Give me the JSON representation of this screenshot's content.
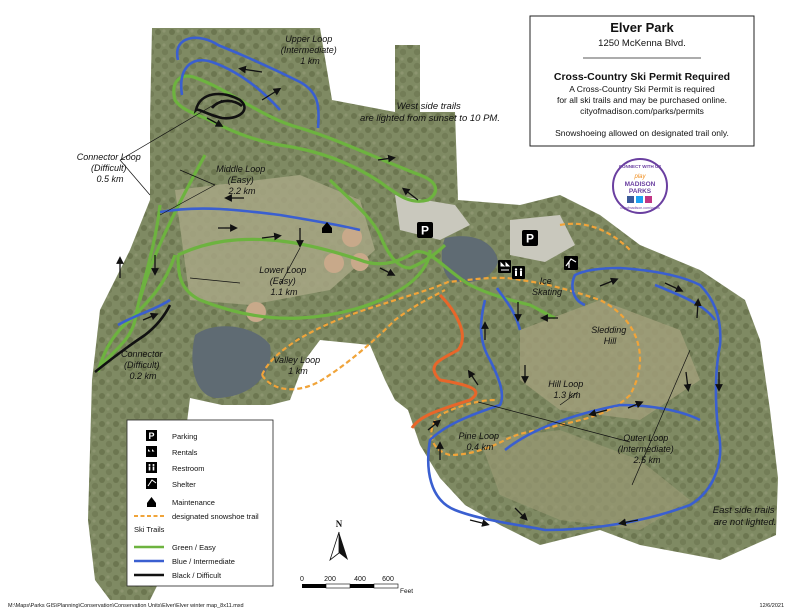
{
  "title_box": {
    "title": "Elver Park",
    "address": "1250 McKenna Blvd.",
    "permit_heading": "Cross-Country Ski Permit Required",
    "permit_line1": "A Cross-Country Ski Permit is required",
    "permit_line2": "for all ski trails and may be purchased online.",
    "permit_url": "cityofmadison.com/parks/permits",
    "snowshoe_note": "Snowshoeing allowed on designated trail only."
  },
  "badge": {
    "top_text": "CONNECT WITH US",
    "line1": "play",
    "line2": "MADISON",
    "line3": "PARKS",
    "bottom_text": "cityofmadison.com/parks",
    "icons": [
      "facebook-icon",
      "twitter-icon",
      "instagram-icon"
    ]
  },
  "notes": {
    "west_line1": "West side trails",
    "west_line2": "are lighted from sunset to 10 PM.",
    "east_line1": "East side trails",
    "east_line2": "are not lighted."
  },
  "trail_labels": {
    "upper": [
      "Upper Loop",
      "(Intermediate)",
      "1 km"
    ],
    "connector_loop": [
      "Connector Loop",
      "(Difficult)",
      "0.5 km"
    ],
    "middle": [
      "Middle Loop",
      "(Easy)",
      "2.2 km"
    ],
    "lower": [
      "Lower Loop",
      "(Easy)",
      "1.1 km"
    ],
    "connector": [
      "Connector",
      "(Difficult)",
      "0.2 km"
    ],
    "valley": [
      "Valley Loop",
      "1 km"
    ],
    "hill": [
      "Hill Loop",
      "1.3 km"
    ],
    "pine": [
      "Pine Loop",
      "0.4 km"
    ],
    "outer": [
      "Outer Loop",
      "(Intermediate)",
      "2.5 km"
    ],
    "ice": [
      "Ice",
      "Skating"
    ],
    "sledding": [
      "Sledding",
      "Hill"
    ]
  },
  "legend": {
    "parking": "Parking",
    "rentals": "Rentals",
    "restroom": "Restroom",
    "shelter": "Shelter",
    "maintenance": "Maintenance",
    "snowshoe": "designated snowshoe trail",
    "ski_heading": "Ski Trails",
    "green": "Green / Easy",
    "blue": "Blue / Intermediate",
    "black": "Black / Difficult"
  },
  "colors": {
    "green": "#6db33f",
    "blue": "#3a5fd0",
    "black": "#111111",
    "orange_trail": "#e8662a",
    "snowshoe": "#f0a43a",
    "aerial": "#8f9673",
    "water": "#5e6a72"
  },
  "scale": {
    "ticks": [
      "0",
      "200",
      "400",
      "600"
    ],
    "unit": "Feet"
  },
  "north": "N",
  "footer": {
    "path": "M:\\Maps\\Parks GIS\\Planning\\Conservation\\Conservation Units\\Elver\\Elver winter map_8x11.mxd",
    "date": "12/6/2021"
  }
}
